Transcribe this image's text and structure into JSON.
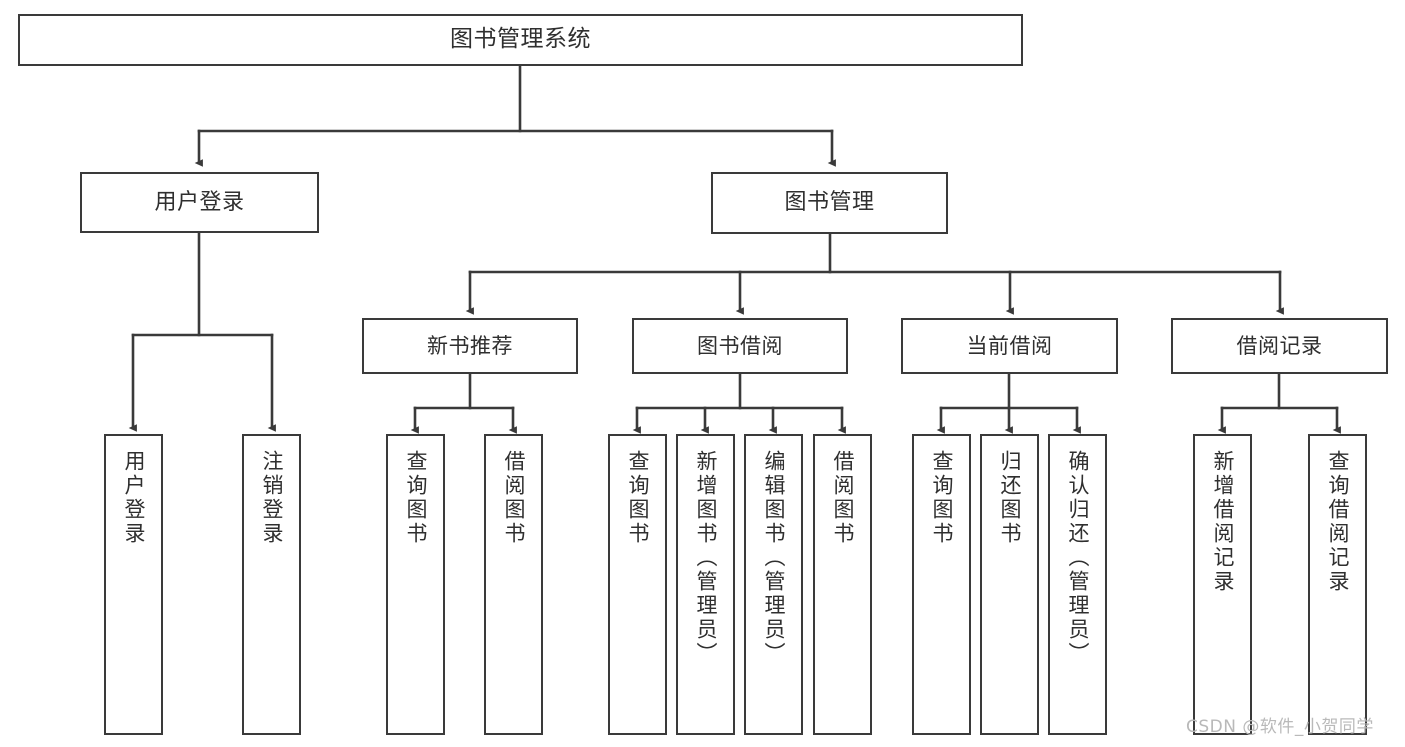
{
  "diagram": {
    "title": "图书管理系统",
    "type": "tree-hierarchy",
    "watermark": "CSDN @软件_小贺同学",
    "colors": {
      "box_border": "#3a3a3a",
      "box_fill": "#ffffff",
      "connector": "#3a3a3a",
      "text": "#2f2f2f",
      "watermark": "#b9b9b9",
      "background": "#ffffff"
    },
    "root": {
      "label": "图书管理系统"
    },
    "level2": [
      {
        "label": "用户登录"
      },
      {
        "label": "图书管理"
      }
    ],
    "level3": [
      {
        "label": "新书推荐"
      },
      {
        "label": "图书借阅"
      },
      {
        "label": "当前借阅"
      },
      {
        "label": "借阅记录"
      }
    ],
    "leaves": {
      "user_login": [
        {
          "label": "用户登录"
        },
        {
          "label": "注销登录"
        }
      ],
      "new_book_recommend": [
        {
          "label": "查询图书"
        },
        {
          "label": "借阅图书"
        }
      ],
      "book_borrow": [
        {
          "label": "查询图书"
        },
        {
          "label": "新增图书（管理员）"
        },
        {
          "label": "编辑图书（管理员）"
        },
        {
          "label": "借阅图书"
        }
      ],
      "current_borrow": [
        {
          "label": "查询图书"
        },
        {
          "label": "归还图书"
        },
        {
          "label": "确认归还（管理员）"
        }
      ],
      "borrow_record": [
        {
          "label": "新增借阅记录"
        },
        {
          "label": "查询借阅记录"
        }
      ]
    }
  }
}
